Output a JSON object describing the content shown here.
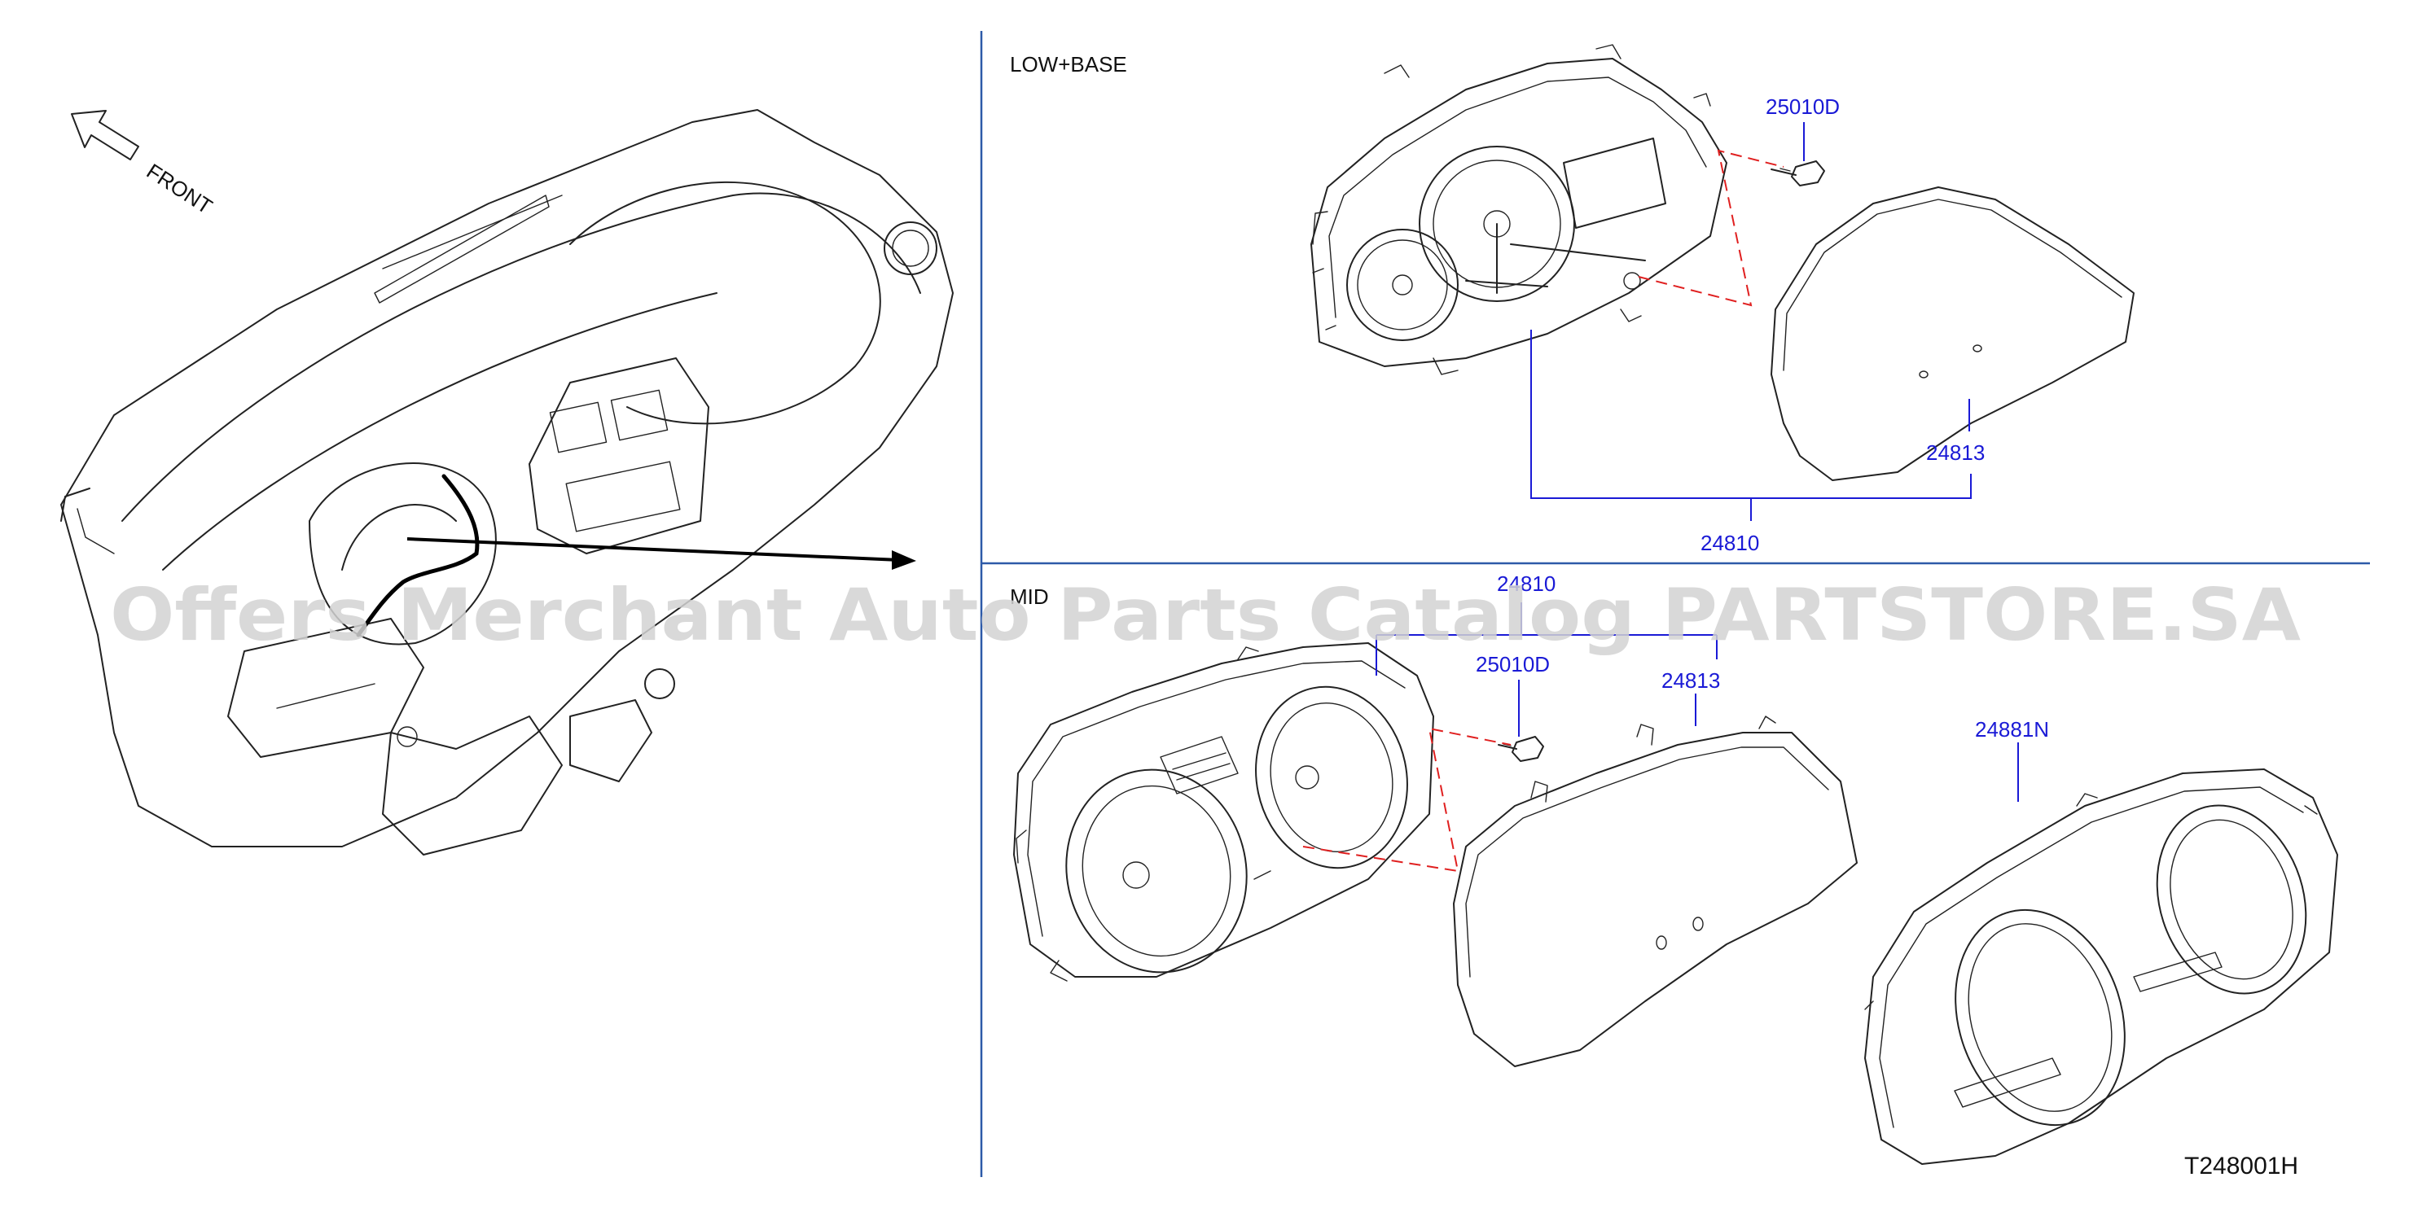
{
  "diagram": {
    "front_label": "FRONT",
    "sections": {
      "low_base": "LOW+BASE",
      "mid": "MID"
    },
    "callouts": {
      "low_screw": "25010D",
      "low_lens": "24813",
      "low_assy": "24810",
      "mid_assy": "24810",
      "mid_screw": "25010D",
      "mid_lens": "24813",
      "mid_bezel": "24881N"
    },
    "figure_code": "T248001H"
  },
  "watermark": "Offers Merchant Auto Parts Catalog PARTSTORE.SA",
  "colors": {
    "callout": "#1a1ad6",
    "leader_dashed": "#e02020",
    "divider": "#2d5aa8",
    "watermark": "#d2d2d2"
  }
}
